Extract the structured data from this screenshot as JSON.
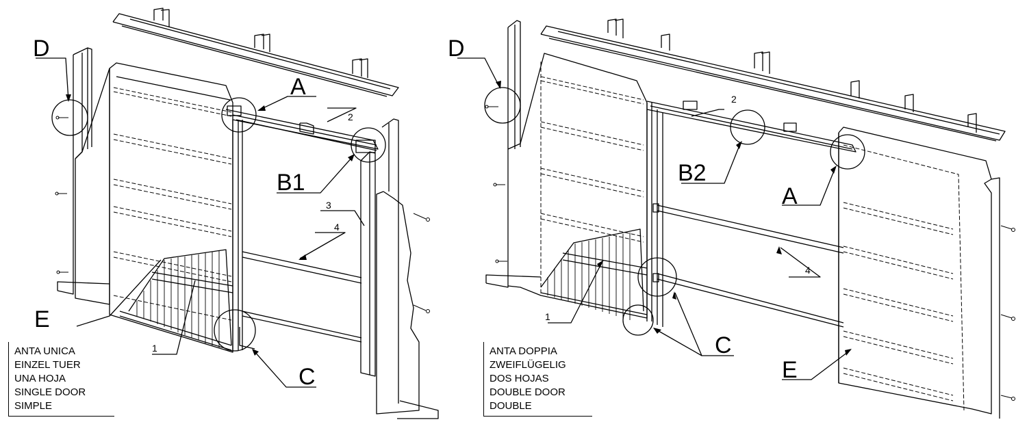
{
  "left": {
    "callouts": {
      "D": "D",
      "A": "A",
      "B1": "B1",
      "E": "E",
      "C": "C",
      "n1": "1",
      "n2": "2",
      "n3": "3",
      "n4": "4"
    },
    "legend": [
      "ANTA UNICA",
      "EINZEL TUER",
      "UNA HOJA",
      "SINGLE DOOR",
      "SIMPLE"
    ]
  },
  "right": {
    "callouts": {
      "D": "D",
      "B2": "B2",
      "A": "A",
      "C": "C",
      "E": "E",
      "n1": "1",
      "n2": "2",
      "n4": "4"
    },
    "legend": [
      "ANTA DOPPIA",
      "ZWEIFLÜGELIG",
      "DOS HOJAS",
      "DOUBLE DOOR",
      "DOUBLE"
    ]
  }
}
